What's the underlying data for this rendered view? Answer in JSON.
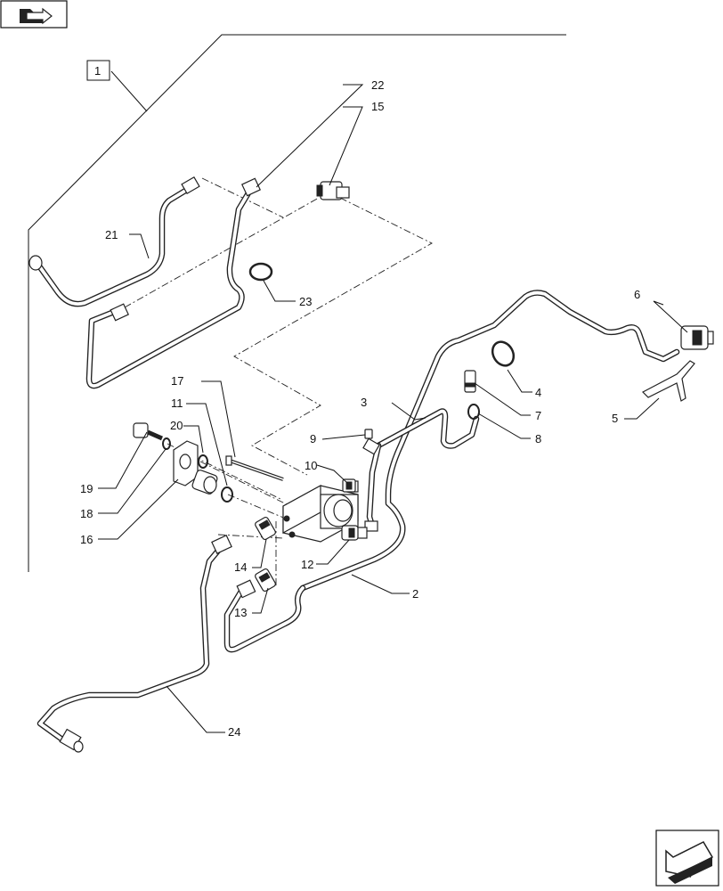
{
  "labels": {
    "l1": "1",
    "l2": "2",
    "l3": "3",
    "l4": "4",
    "l5": "5",
    "l6": "6",
    "l7": "7",
    "l8": "8",
    "l9": "9",
    "l10": "10",
    "l11": "11",
    "l12": "12",
    "l13": "13",
    "l14": "14",
    "l15": "15",
    "l16": "16",
    "l17": "17",
    "l18": "18",
    "l19": "19",
    "l20": "20",
    "l21": "21",
    "l22": "22",
    "l23": "23",
    "l24": "24"
  },
  "icons": {
    "top_left": "folder-back-arrow-icon",
    "bottom_right": "next-page-arrow-icon"
  }
}
